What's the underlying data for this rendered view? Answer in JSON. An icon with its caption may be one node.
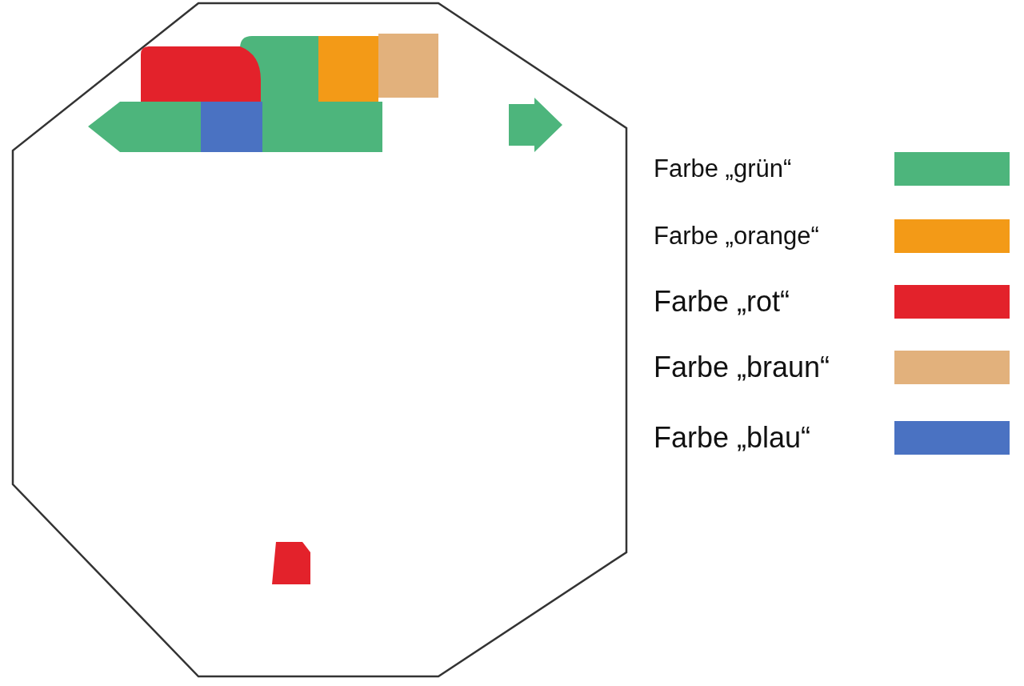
{
  "diagram": {
    "legend": [
      {
        "text": "Farbe „grün“",
        "color": "#4db57c"
      },
      {
        "text": "Farbe „orange“",
        "color": "#f39a17"
      },
      {
        "text": "Farbe „rot“",
        "color": "#e3222b"
      },
      {
        "text": "Farbe „braun“",
        "color": "#e2b17c"
      },
      {
        "text": "Farbe „blau“",
        "color": "#4a72c2"
      }
    ]
  }
}
